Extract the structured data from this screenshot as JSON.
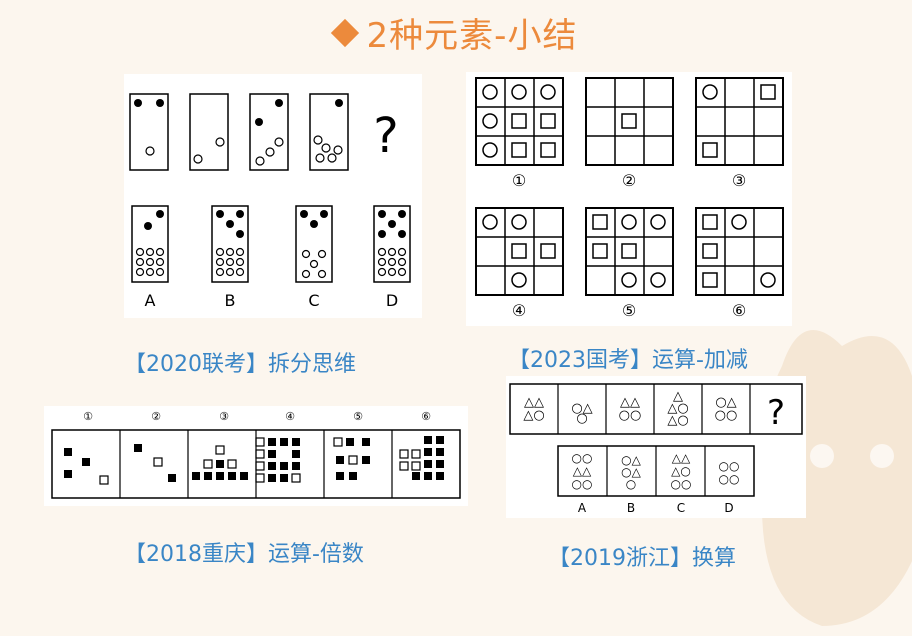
{
  "title": "2种元素-小结",
  "captions": {
    "p1": "【2020联考】拆分思维",
    "p2": "【2023国考】运算-加减",
    "p3": "【2018重庆】运算-倍数",
    "p4": "【2019浙江】换算"
  },
  "p1": {
    "question_mark": "?",
    "options": [
      "A",
      "B",
      "C",
      "D"
    ]
  },
  "p2": {
    "labels": [
      "①",
      "②",
      "③",
      "④",
      "⑤",
      "⑥"
    ]
  },
  "p3": {
    "labels": [
      "①",
      "②",
      "③",
      "④",
      "⑤",
      "⑥"
    ]
  },
  "p4": {
    "question_mark": "?",
    "options": [
      "A",
      "B",
      "C",
      "D"
    ]
  },
  "colors": {
    "title": "#ec8a3c",
    "caption": "#3a86c6",
    "background": "#fcf6ee"
  }
}
